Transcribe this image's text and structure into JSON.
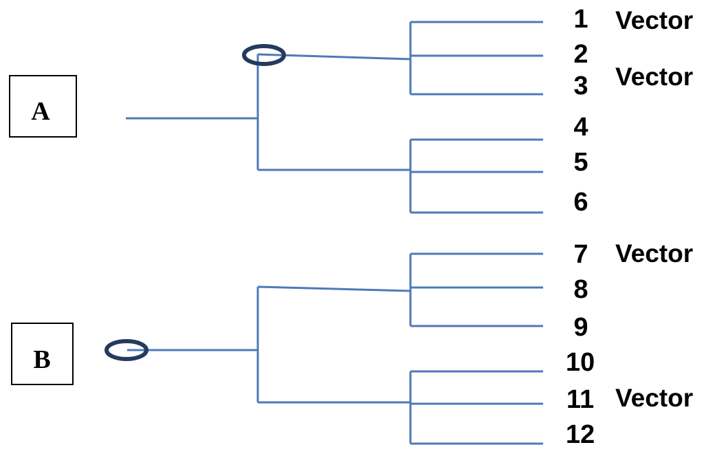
{
  "tree_a": {
    "label": "A",
    "leaves": [
      "1",
      "2",
      "3",
      "4",
      "5",
      "6"
    ]
  },
  "tree_b": {
    "label": "B",
    "leaves": [
      "7",
      "8",
      "9",
      "10",
      "11",
      "12"
    ]
  },
  "annotations": {
    "vector_1": "Vector",
    "vector_2_3": "Vector",
    "vector_7": "Vector",
    "vector_11": "Vector"
  },
  "colors": {
    "branch": "#4f79b9",
    "oval": "#243b5e",
    "text": "#000000"
  }
}
